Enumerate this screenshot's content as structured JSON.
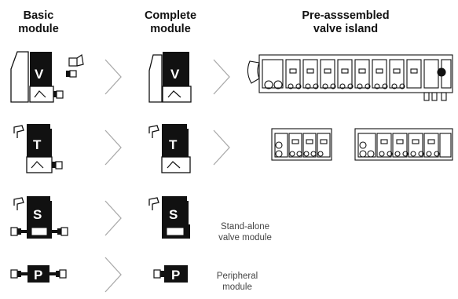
{
  "headers": {
    "basic_line1": "Basic",
    "basic_line2": "module",
    "complete_line1": "Complete",
    "complete_line2": "module",
    "island_line1": "Pre-asssembled",
    "island_line2": "valve island"
  },
  "rows": [
    {
      "letter": "V"
    },
    {
      "letter": "T"
    },
    {
      "letter": "S",
      "note_line1": "Stand-alone",
      "note_line2": "valve module"
    },
    {
      "letter": "P",
      "note_line1": "Peripheral",
      "note_line2": "module"
    }
  ],
  "icons": [
    "chevron-right-icon",
    "valve-module-icon",
    "pipe-fitting-icon",
    "hand-valve-icon",
    "valve-island-icon"
  ]
}
